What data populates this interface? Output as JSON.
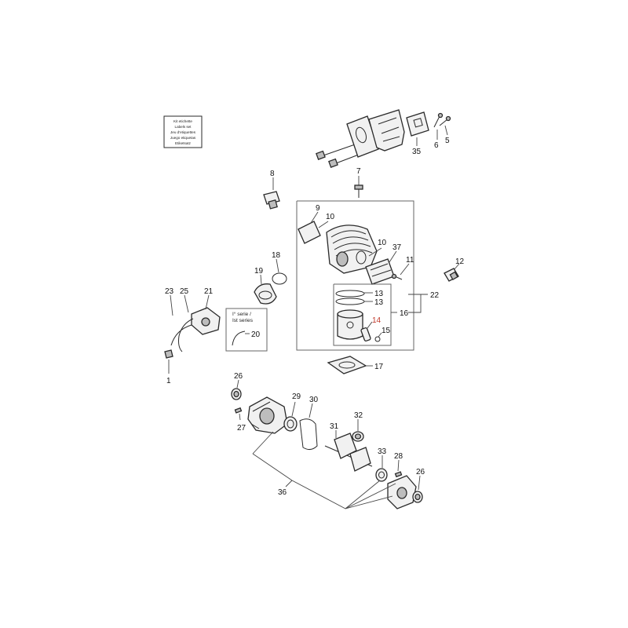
{
  "callouts": {
    "c1": "1",
    "c5": "5",
    "c6": "6",
    "c7": "7",
    "c8": "8",
    "c9": "9",
    "c10a": "10",
    "c10b": "10",
    "c11": "11",
    "c12": "12",
    "c13a": "13",
    "c13b": "13",
    "c14": "14",
    "c15": "15",
    "c16": "16",
    "c17": "17",
    "c18": "18",
    "c19": "19",
    "c20": "20",
    "c21": "21",
    "c22": "22",
    "c23": "23",
    "c25": "25",
    "c26a": "26",
    "c26b": "26",
    "c27": "27",
    "c28": "28",
    "c29": "29",
    "c30": "30",
    "c31": "31",
    "c32": "32",
    "c33": "33",
    "c35": "35",
    "c36": "36",
    "c37": "37"
  },
  "sticker_label": {
    "line1": "Kit etichette",
    "line2": "Labels set",
    "line3": "Jeu d'etiquettes",
    "line4": "Juego etiquetas",
    "line5": "Etiketsatz"
  },
  "serie_box": {
    "line1": "I° serie /",
    "line2": "Ist series"
  },
  "colors": {
    "line": "#2a2a2a",
    "highlight_callout": "#c0392b"
  }
}
